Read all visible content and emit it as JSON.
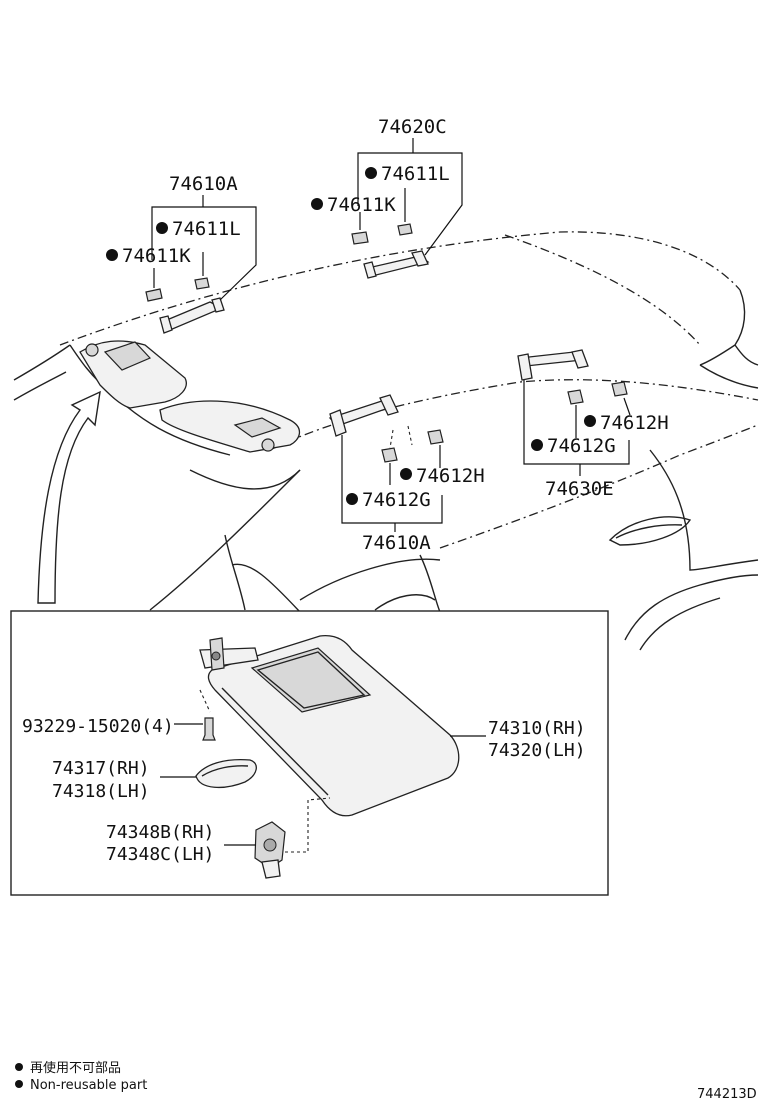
{
  "labels": {
    "assist_grip_front_left": "74610A",
    "cap_l_front_left": "74611L",
    "cap_k_front_left": "74611K",
    "assist_grip_front_right": "74620C",
    "cap_l_front_right": "74611L",
    "cap_k_front_right": "74611K",
    "cap_h_rear_left": "74612H",
    "cap_g_rear_left": "74612G",
    "assist_grip_rear_left": "74610A",
    "cap_h_rear_right": "74612H",
    "cap_g_rear_right": "74612G",
    "assist_grip_rear_right": "74630E",
    "screw": "93229-15020(4)",
    "visor_rh": "74310(RH)",
    "visor_lh": "74320(LH)",
    "mirror_cover_rh": "74317(RH)",
    "mirror_cover_lh": "74318(LH)",
    "holder_rh": "74348B(RH)",
    "holder_lh": "74348C(LH)"
  },
  "legend": {
    "japanese": "再使用不可部品",
    "english": "Non-reusable part"
  },
  "diagram_code": "744213D"
}
